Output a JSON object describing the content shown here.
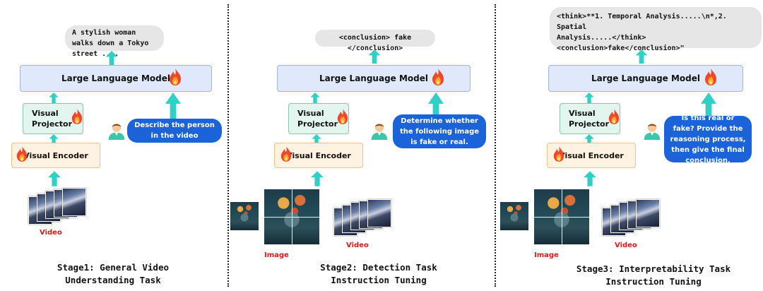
{
  "stage1": {
    "output": "A stylish woman walks down a Tokyo street ....",
    "llm": "Large Language Model",
    "projector": [
      "Visual",
      "Projector"
    ],
    "encoder": "Visual Encoder",
    "prompt": "Describe the person in the video",
    "media": "Video",
    "caption": [
      "Stage1: General Video",
      "Understanding Task"
    ]
  },
  "stage2": {
    "output": "<conclusion> fake </conclusion>",
    "llm": "Large Language Model",
    "projector": [
      "Visual",
      "Projector"
    ],
    "encoder": "Visual Encoder",
    "prompt": "Determine whether the following image is fake or real.",
    "media_image": "Image",
    "media_video": "Video",
    "caption": [
      "Stage2: Detection Task",
      "Instruction Tuning"
    ]
  },
  "stage3": {
    "output_lines": [
      "<think>**1. Temporal Analysis.....\\n*,2. Spatial",
      "Analysis.....</think>",
      "<conclusion>fake</conclusion>\""
    ],
    "llm": "Large Language Model",
    "projector": [
      "Visual",
      "Projector"
    ],
    "encoder": "Visual Encoder",
    "prompt": "Is this real or fake? Provide the reasoning process, then give the final conclusion.",
    "media_image": "Image",
    "media_video": "Video",
    "caption": [
      "Stage3: Interpretability Task",
      "Instruction Tuning"
    ]
  },
  "colors": {
    "llm_fill": "#dfe9fb",
    "projector_fill": "#e2f5ef",
    "encoder_fill": "#fff2e0",
    "prompt_fill": "#1a63d8",
    "arrow": "#2fd0c6",
    "label_red": "#e01a1a"
  }
}
